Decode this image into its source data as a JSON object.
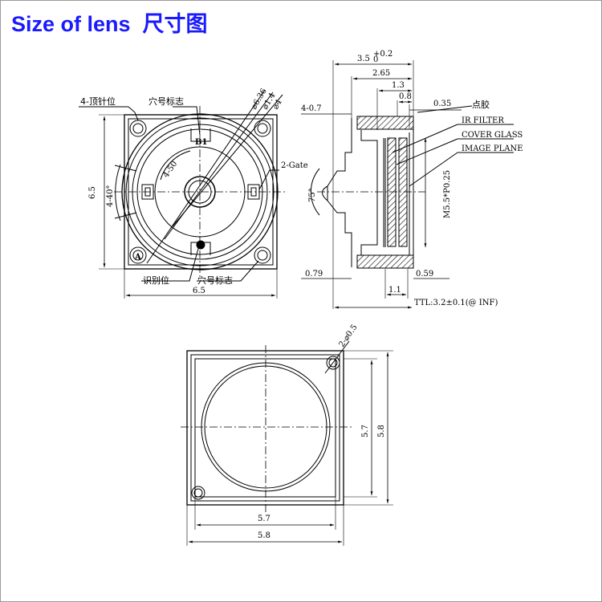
{
  "header": {
    "title": "Size of lens  尺寸图"
  },
  "front_view": {
    "pin_label": "4-顶针位",
    "hole_mark_top": "穴号标志",
    "dia1": "⌀6.36",
    "dia2": "⌀1.4",
    "dia3": "⌀4",
    "gate": "2-Gate",
    "height": "6.5",
    "width": "6.5",
    "angle40": "4-40°",
    "r50": "4-50",
    "b1": "B1",
    "a_mark": "A",
    "id_pos": "识别位",
    "hole_mark_bottom": "穴号标志"
  },
  "side_view": {
    "dim_35": "3.5",
    "dim_35_tol_up": "+0.2",
    "dim_35_tol_dn": "0",
    "dim_265": "2.65",
    "dim_13": "1.3",
    "dim_08": "0.8",
    "dim_035": "0.35",
    "dim_407": "4-0.7",
    "dianjiao": "点胶",
    "ir_filter": "IR FILTER",
    "cover_glass": "COVER GLASS",
    "image_plane": "IMAGE PLANE",
    "angle75": "75°",
    "thread": "M5.5*P0.25",
    "dim_079": "0.79",
    "dim_059": "0.59",
    "dim_11": "1.1",
    "ttl": "TTL:3.2±0.1(@ INF)"
  },
  "back_view": {
    "hole": "2-⌀0.5",
    "inner_w": "5.7",
    "outer_w": "5.8",
    "inner_h": "5.7",
    "outer_h": "5.8"
  }
}
